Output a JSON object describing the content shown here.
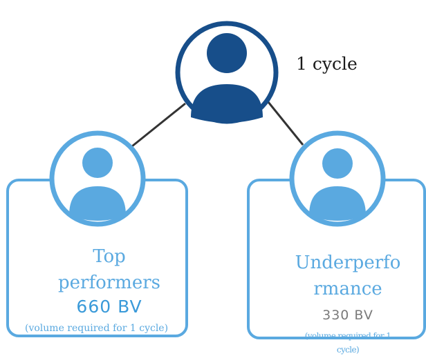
{
  "top_node": {
    "cycle_label": "1 cycle"
  },
  "left_node": {
    "title_line1": "Top",
    "title_line2": "performers",
    "bv": "660 BV",
    "note": "(volume required for 1 cycle)"
  },
  "right_node": {
    "title_line1": "Underperfo",
    "title_line2": "rmance",
    "bv": "330 BV",
    "note_line1": "(volume required for 1",
    "note_line2": "cycle)"
  },
  "colors": {
    "top_avatar": "#174e8a",
    "top_ring": "#174e8a",
    "child_avatar": "#5aa9e0",
    "child_ring": "#5aa9e0",
    "connector": "#333333",
    "bv_big": "#3a9ad9",
    "bv_small": "#7a7a7a"
  },
  "icons": {
    "top": "person-icon",
    "left": "person-icon",
    "right": "person-icon"
  }
}
